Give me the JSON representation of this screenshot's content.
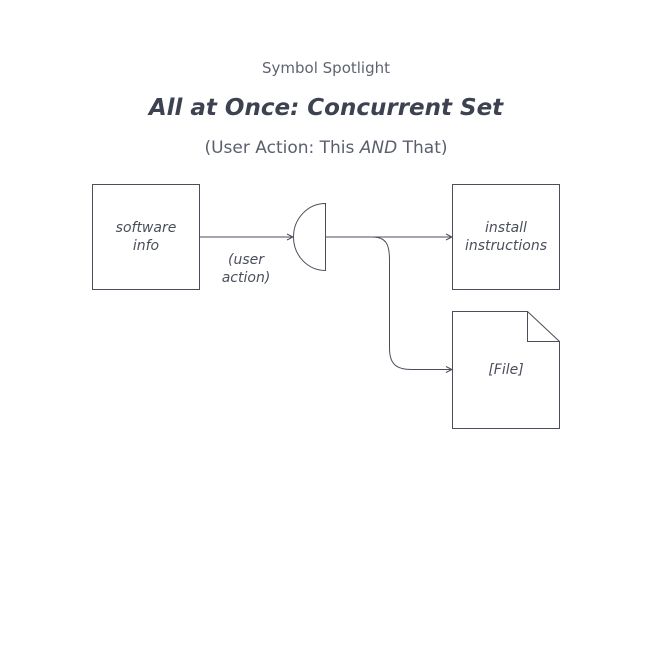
{
  "header": {
    "eyebrow": "Symbol Spotlight",
    "title": "All at Once: Concurrent Set",
    "subtitle_prefix": "(User Action: This ",
    "subtitle_emphasis": "AND",
    "subtitle_suffix": " That)"
  },
  "nodes": {
    "source": {
      "line1": "software",
      "line2": "info"
    },
    "edge_label": {
      "line1": "(user",
      "line2": "action)"
    },
    "target_page": {
      "line1": "install",
      "line2": "instructions"
    },
    "target_file": {
      "label": "[File]"
    }
  },
  "colors": {
    "stroke": "#4a4f5b",
    "text": "#3a3f4a"
  }
}
